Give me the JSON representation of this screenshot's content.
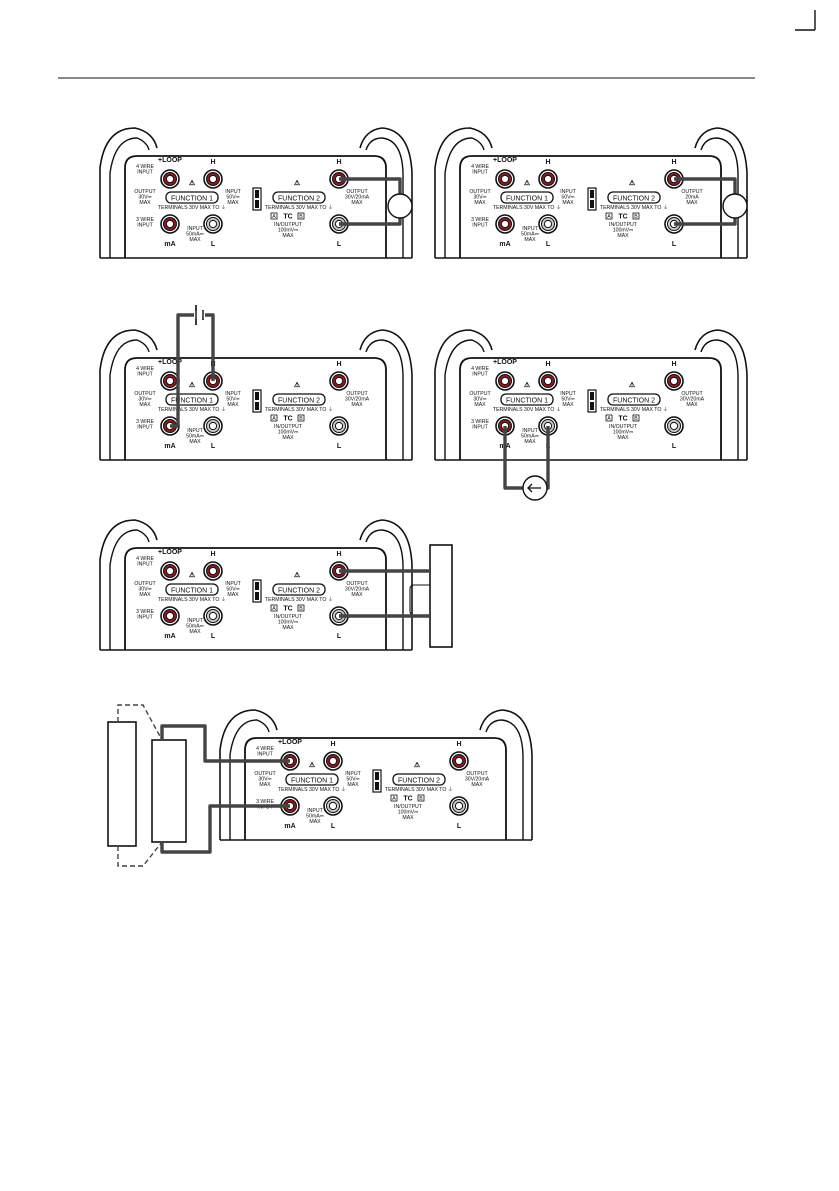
{
  "page": {
    "corner_mark": ""
  },
  "panel": {
    "loop": "+LOOP",
    "h": "H",
    "l": "L",
    "ma": "mA",
    "warning": "⚠",
    "wire4": [
      "4 WIRE",
      "INPUT"
    ],
    "wire3": [
      "3 WIRE",
      "INPUT"
    ],
    "output_left": [
      "OUTPUT",
      "30V⎓",
      "MAX"
    ],
    "input_right": [
      "INPUT",
      "50V⎓",
      "MAX"
    ],
    "function1": "FUNCTION 1",
    "function2": "FUNCTION 2",
    "terminals": "TERMINALS 30V MAX TO ⏚",
    "input_bottom": [
      "INPUT",
      "50mA⎓",
      "MAX"
    ],
    "tc": "TC",
    "tc_a": "A",
    "tc_b": "B",
    "inoutput": [
      "IN/OUTPUT",
      "100mV⎓",
      "MAX"
    ],
    "output_f2": [
      "OUTPUT",
      "30V/20mA",
      "MAX"
    ],
    "output_f2_alt": [
      "OUTPUT",
      "20mA",
      "MAX"
    ]
  },
  "figures": [
    {
      "id": "fig-1",
      "connection": "function2-H-L-to-load"
    },
    {
      "id": "fig-2",
      "connection": "function2-H-L-to-load-20mA"
    },
    {
      "id": "fig-3",
      "connection": "function1-voltage-source"
    },
    {
      "id": "fig-4",
      "connection": "function1-current-source"
    },
    {
      "id": "fig-5",
      "connection": "function2-to-device"
    },
    {
      "id": "fig-6",
      "connection": "loop-to-transmitter"
    }
  ]
}
